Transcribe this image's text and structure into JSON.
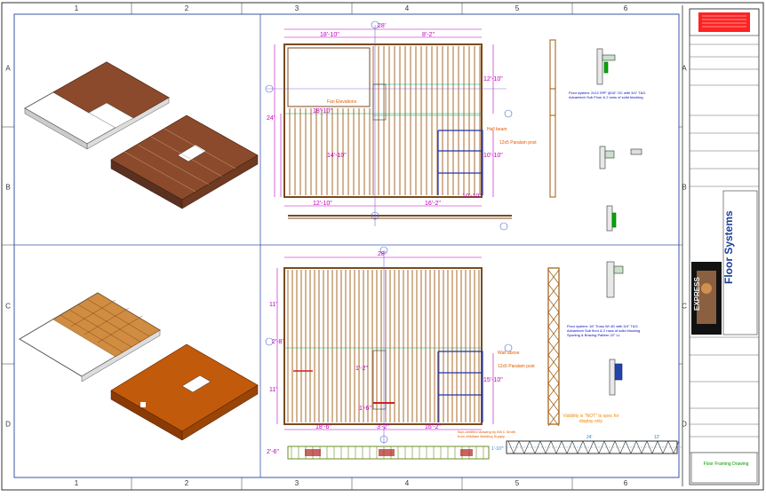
{
  "grid": {
    "columns": [
      "1",
      "2",
      "3",
      "4",
      "5",
      "6"
    ],
    "rows": [
      "A",
      "B",
      "C",
      "D"
    ]
  },
  "upper_plan": {
    "dims": [
      "28'",
      "18'-10\"",
      "8'-2\"",
      "18'-10\"",
      "12'-10\"",
      "12'-10\"",
      "14'-10\"",
      "10'-10\"",
      "16'-2\"",
      "24'",
      "10'-10\""
    ],
    "notes": [
      "Fan Elevations",
      "12x5 Paralam post",
      "Hall beam"
    ]
  },
  "lower_plan": {
    "dims": [
      "28'",
      "11'",
      "2'-8\"",
      "11'",
      "1'-2\"",
      "1'-6\"",
      "18'-6\"",
      "3'-2\"",
      "16'-2\"",
      "15'-10\"",
      "2'-6\""
    ],
    "notes": [
      "12x5 Paralam post",
      "Wall above",
      "Non-certified drawing by Bill C Smith from Wildlake Building Supply"
    ]
  },
  "floor_notes": [
    "Floor system: 2x12 SPF @16\" OC with 3/4\" T&G Advantech Sub Floor & 2 rows of solid blocking",
    "Floor system: 16\" Truss W/ 4D with 3/4\" T&G Advantech Sub floor & 2 rows of solid blocking Sporting & Bracing Pattern 22\" LL"
  ],
  "visible_note": "Visibility is \"NOT\" to spec for display only",
  "truss_dims": [
    "24'",
    "12'",
    "1'-10\""
  ],
  "title_block": {
    "brand": "Floor Systems",
    "logo_text": "EXPRESS",
    "bottom_label": "Floor Framing Drawing"
  },
  "colors": {
    "joist": "#a05a10",
    "dimension": "#c000c0",
    "note": "#e05a00",
    "detail": "#0000c0",
    "grid": "#3333aa",
    "truss": "#6b8e23"
  }
}
